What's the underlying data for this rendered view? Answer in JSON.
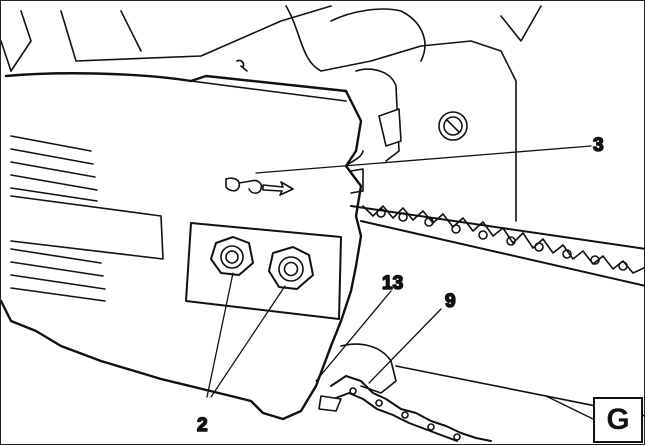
{
  "figure": {
    "letter": "G",
    "callouts": {
      "c3": "3",
      "c13": "13",
      "c9": "9",
      "c2": "2"
    }
  }
}
